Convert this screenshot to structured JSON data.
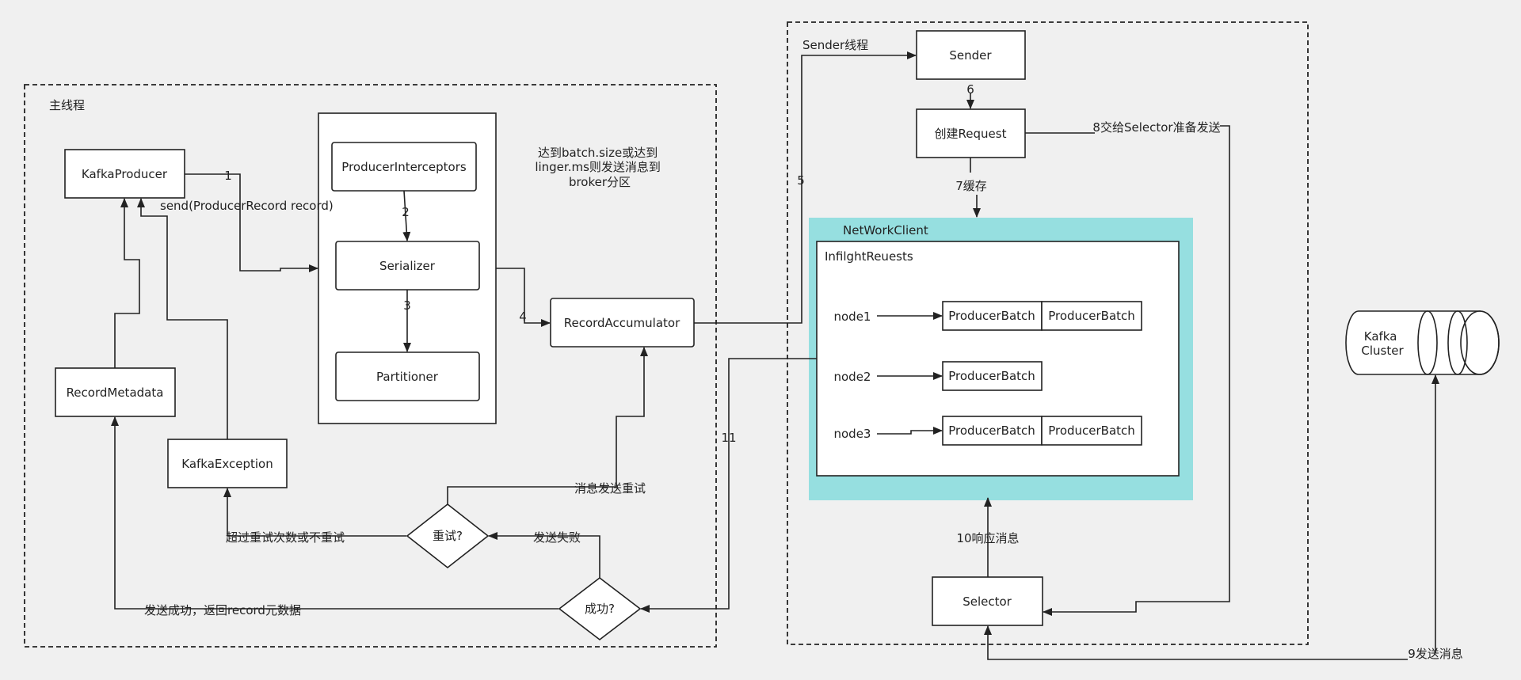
{
  "colors": {
    "network_client": "#96dfe0",
    "background": "#f0f0f0",
    "line": "#222222"
  },
  "main_thread": {
    "title": "主线程",
    "kafka_producer": "KafkaProducer",
    "producer_interceptors": "ProducerInterceptors",
    "serializer": "Serializer",
    "partitioner": "Partitioner",
    "record_accumulator": "RecordAccumulator",
    "record_metadata": "RecordMetadata",
    "kafka_exception": "KafkaException",
    "retry_decision": "重试?",
    "success_decision": "成功?",
    "accumulator_note": [
      "达到batch.size或达到",
      "linger.ms则发送消息到",
      "broker分区"
    ]
  },
  "sender_thread": {
    "title": "Sender线程",
    "sender": "Sender",
    "create_request": "创建Request",
    "network_client": "NetWorkClient",
    "inflight_requests": "InfilghtReuests",
    "nodes": [
      {
        "name": "node1",
        "batches": [
          "ProducerBatch",
          "ProducerBatch"
        ]
      },
      {
        "name": "node2",
        "batches": [
          "ProducerBatch"
        ]
      },
      {
        "name": "node3",
        "batches": [
          "ProducerBatch",
          "ProducerBatch"
        ]
      }
    ],
    "selector": "Selector"
  },
  "kafka_cluster": {
    "line1": "Kafka",
    "line2": "Cluster"
  },
  "edge_labels": {
    "step1": "1",
    "send_call": "send(ProducerRecord record)",
    "step2": "2",
    "step3": "3",
    "step4": "4",
    "step5": "5",
    "step6": "6",
    "step7": "7缓存",
    "step8": "8交给Selector准备发送",
    "step9": "9发送消息",
    "step10": "10响应消息",
    "step11": "11",
    "retry_send": "消息发送重试",
    "send_failed": "发送失败",
    "exceeded_retry": "超过重试次数或不重试",
    "send_success": "发送成功，返回record元数据"
  }
}
